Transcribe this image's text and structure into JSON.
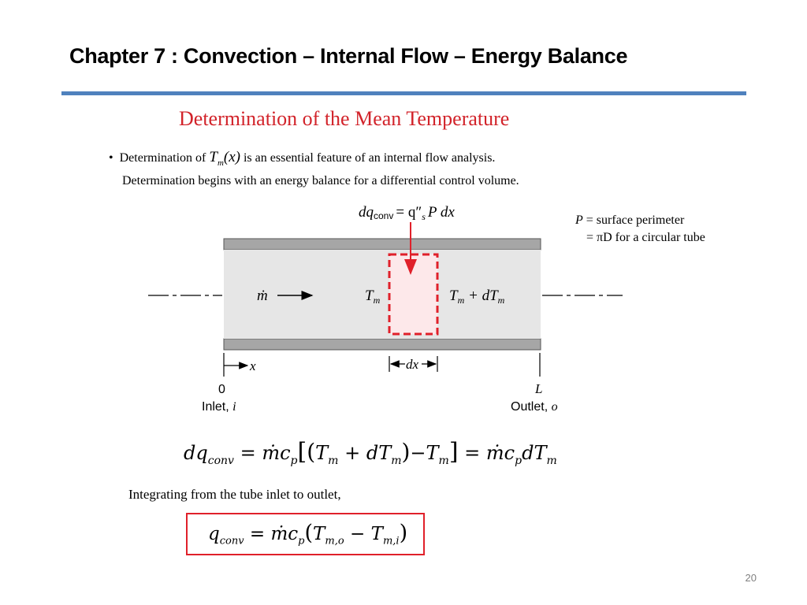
{
  "slide": {
    "title": "Chapter 7  : Convection – Internal Flow – Energy Balance",
    "subtitle": "Determination of the Mean Temperature",
    "bullet_prefix": "Determination of",
    "bullet_var": "T",
    "bullet_sub": "m",
    "bullet_arg": "(x)",
    "bullet_suffix": "is an essential feature of an internal flow analysis.",
    "line2": "Determination begins with an energy balance for a differential control volume.",
    "perimeter_line1_var": "P",
    "perimeter_line1_rest": " = surface perimeter",
    "perimeter_line2": "= πD for a circular tube",
    "integrate_text": "Integrating from the tube inlet to outlet,",
    "slide_number": "20"
  },
  "diagram": {
    "dq_label": "dq",
    "dq_sub": "conv",
    "dq_rhs": "= q″",
    "dq_rhs_sub": "s",
    "dq_rhs_tail": "P dx",
    "mdot": "ṁ",
    "tm_left": "T",
    "tm_left_sub": "m",
    "tm_right": "T",
    "tm_right_sub": "m",
    "tm_right_plus": " + dT",
    "tm_right_sub2": "m",
    "x_axis": "x",
    "dx_label": "dx",
    "inlet_num": "0",
    "inlet_label": "Inlet, ",
    "inlet_var": "i",
    "outlet_num": "L",
    "outlet_label": "Outlet, ",
    "outlet_var": "o"
  },
  "equations": {
    "energy_balance": "dq_conv = ṁc_p[(T_m + dT_m) − T_m] = ṁc_p dT_m",
    "result": "q_conv = ṁc_p(T_m,o − T_m,i)"
  },
  "colors": {
    "accent_rule": "#4f81bd",
    "subtitle": "#d2232a",
    "control_volume": "#e0202a",
    "result_box": "#e0202a"
  }
}
